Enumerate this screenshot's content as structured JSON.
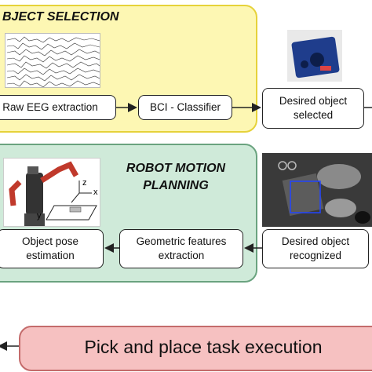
{
  "object_selection": {
    "title": "BJECT SELECTION",
    "raw_eeg": "Raw EEG extraction",
    "bci": "BCI - Classifier",
    "desired_selected": "Desired object\nselected"
  },
  "robot_motion": {
    "title": "ROBOT MOTION\nPLANNING",
    "desired_recognized": "Desired object\nrecognized",
    "geometric": "Geometric features\nextraction",
    "pose": "Object pose\nestimation",
    "axis_z": "z",
    "axis_x": "x",
    "axis_y": "y"
  },
  "execution": {
    "label": "Pick and place task execution"
  },
  "colors": {
    "selection_bg": "#fdf7b3",
    "motion_bg": "#cfead9",
    "exec_bg": "#f6c1c1"
  }
}
